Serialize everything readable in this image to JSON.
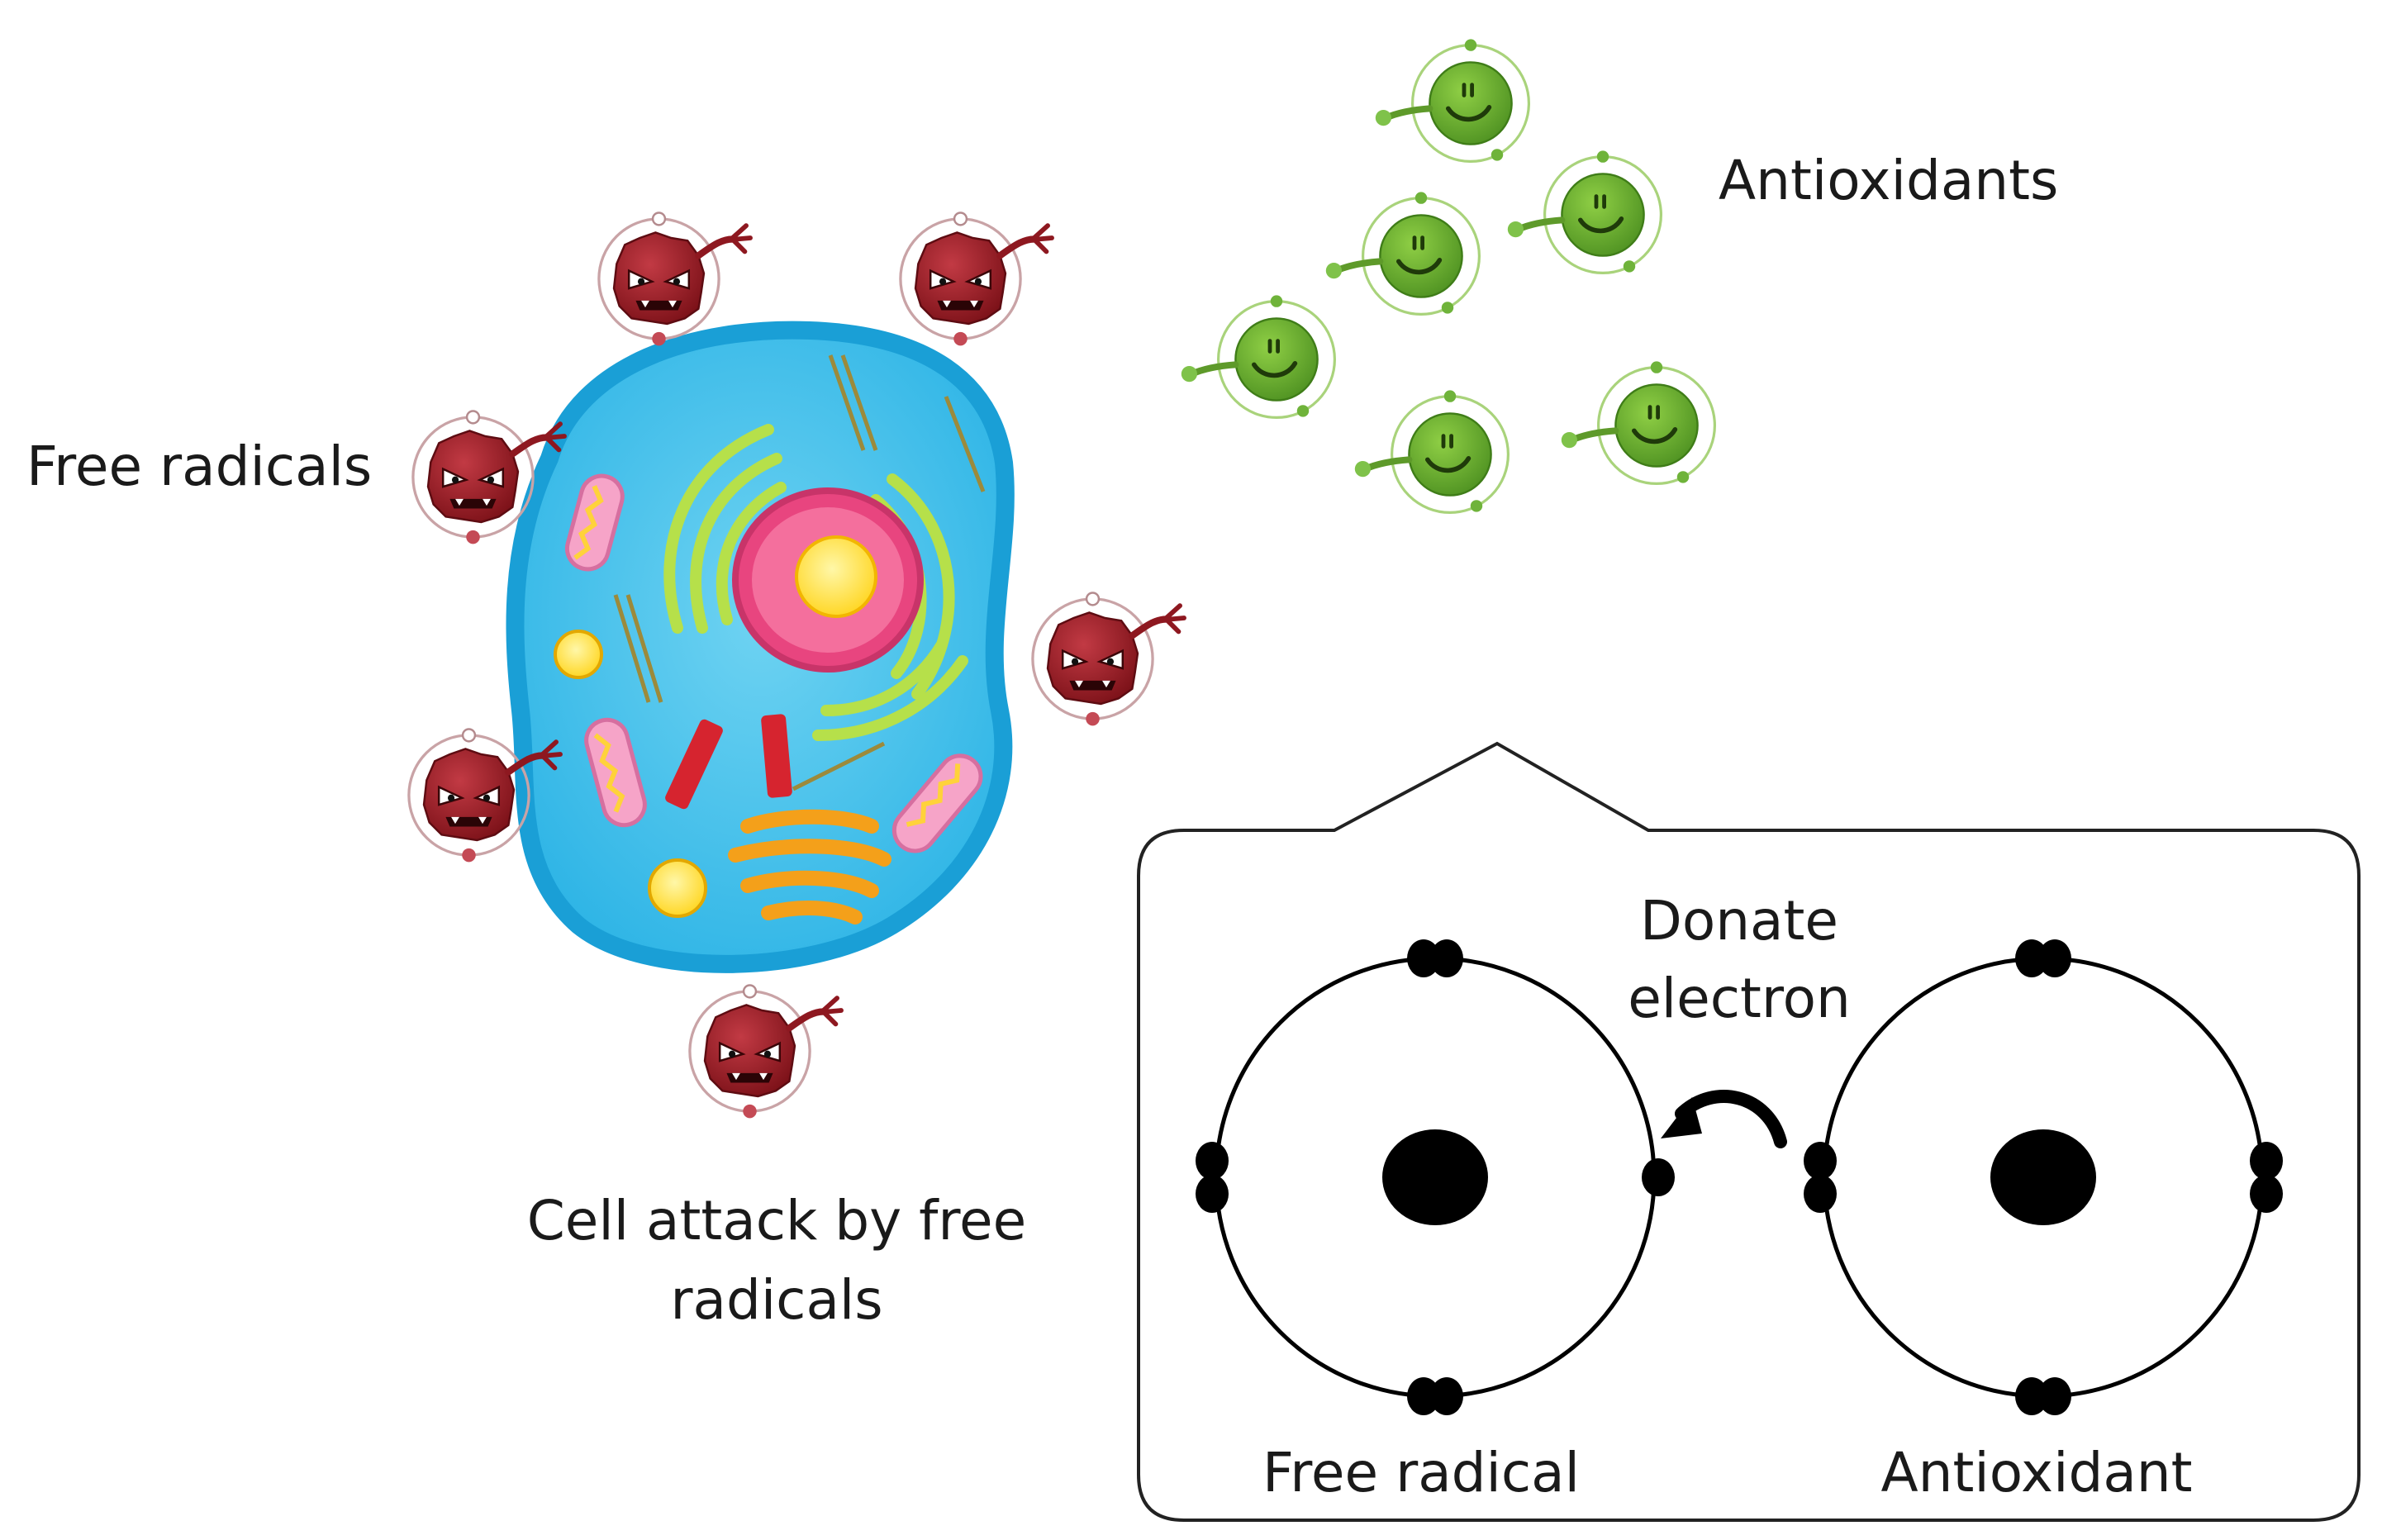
{
  "labels": {
    "free_radicals": "Free radicals",
    "antioxidants": "Antioxidants",
    "cell_caption_line1": "Cell attack by free",
    "cell_caption_line2": "radicals",
    "donate_line1": "Donate",
    "donate_line2": "electron",
    "free_radical_atom": "Free radical",
    "antioxidant_atom": "Antioxidant"
  },
  "icons": {
    "cell": "animal-cell-icon",
    "free_radical": "free-radical-monster-icon",
    "antioxidant": "antioxidant-smiley-icon",
    "arrow": "curved-arrow-icon",
    "nucleus": "atom-nucleus-icon"
  },
  "colors": {
    "cell_membrane": "#1ba9dd",
    "cell_cytoplasm": "#4fc3ea",
    "nucleus_pink": "#e8457f",
    "nucleolus_yellow": "#ffe23a",
    "radical_red": "#9e1f28",
    "antioxidant_green": "#63a92b",
    "callout_stroke": "#222222",
    "electron_black": "#000000"
  }
}
